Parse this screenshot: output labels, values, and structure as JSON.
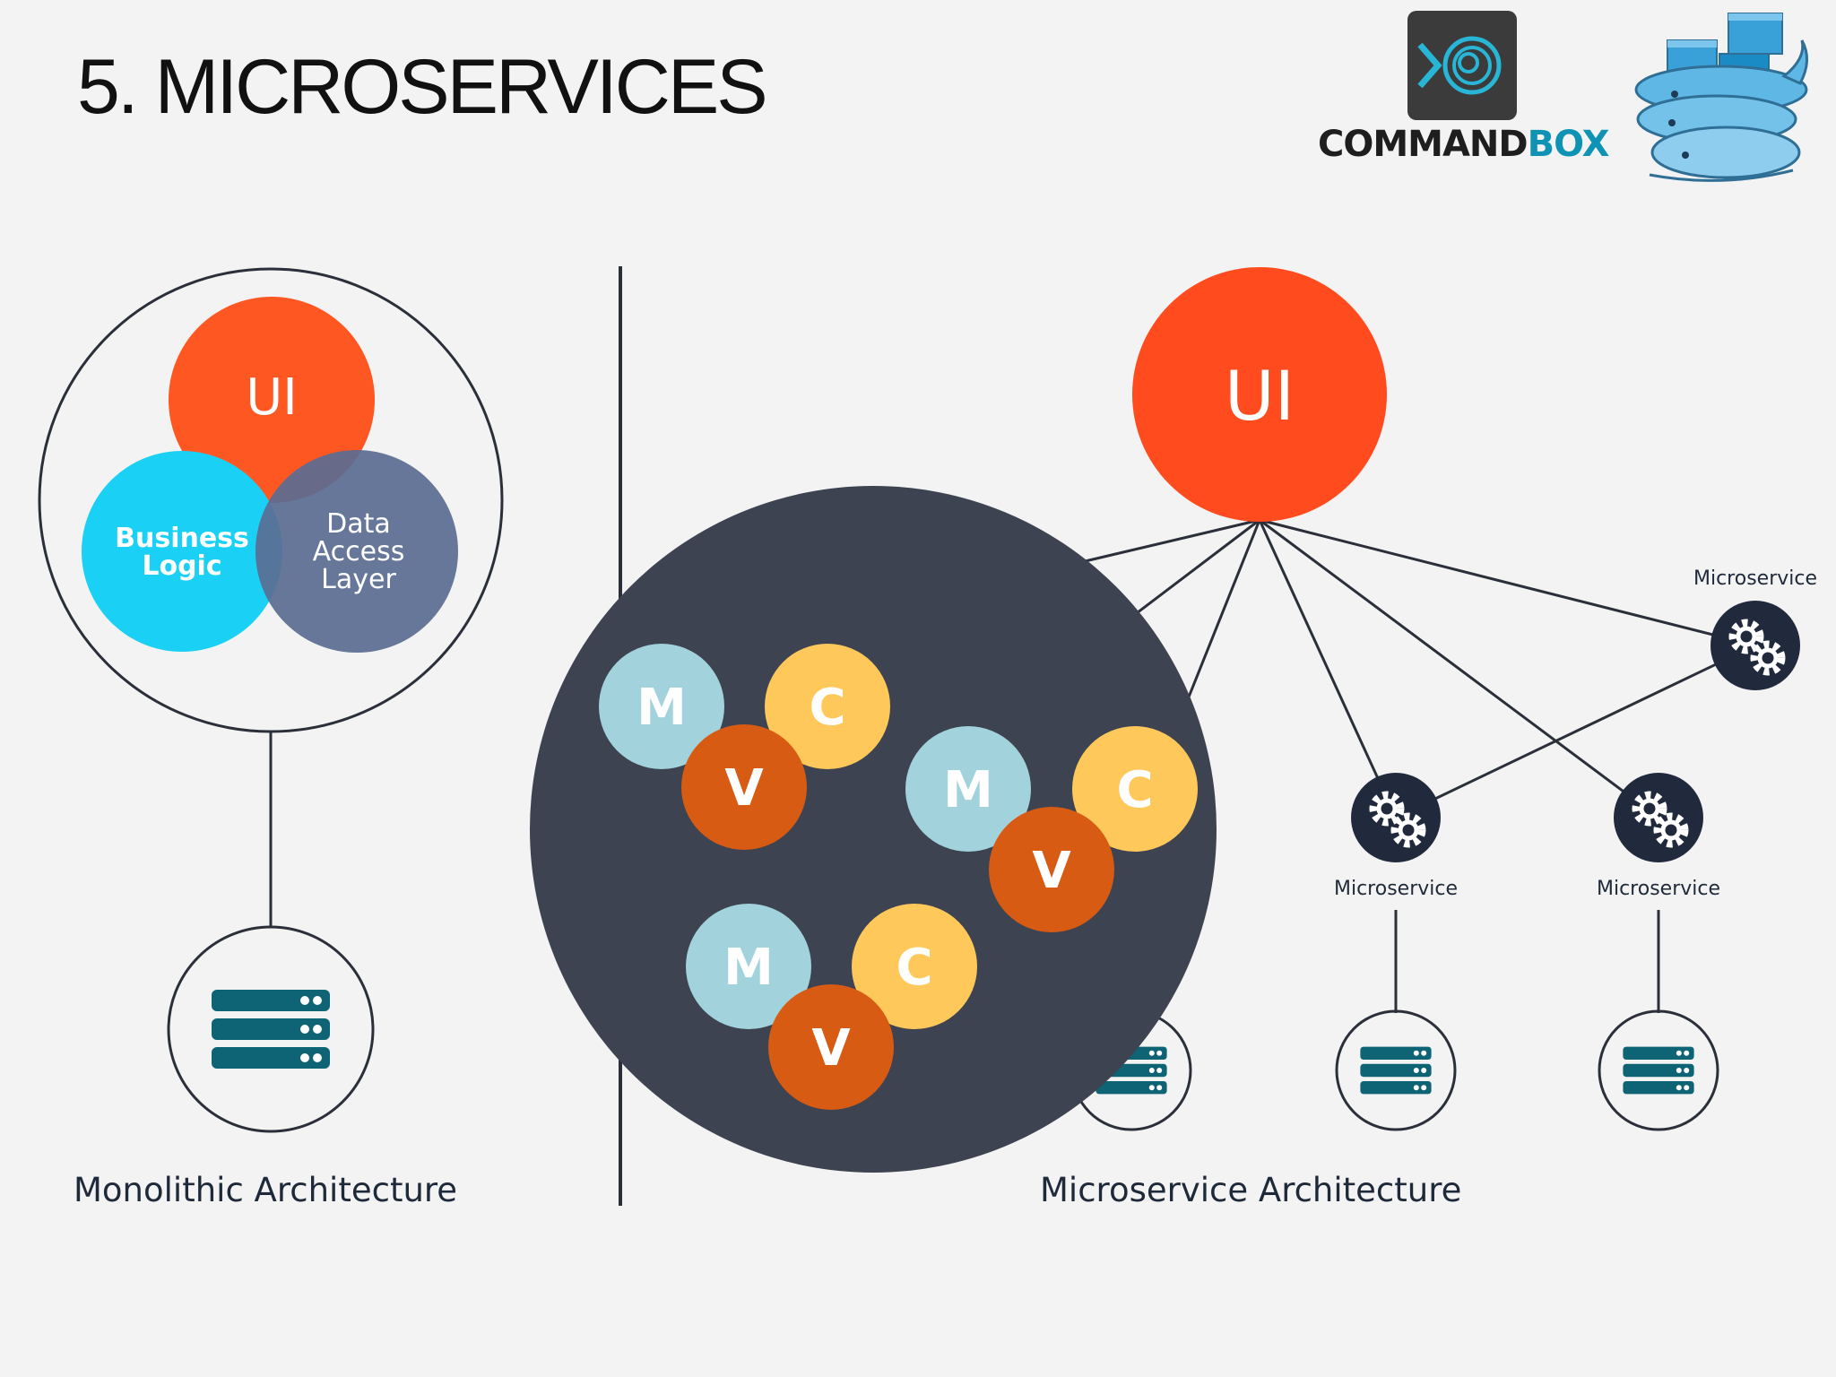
{
  "slide": {
    "title": "5. MICROSERVICES"
  },
  "logos": {
    "commandbox": {
      "word_part1": "COMMAND",
      "word_part2": "BOX",
      "accent": "#0f93b5"
    },
    "docker": {
      "icon": "docker-whale-icon"
    }
  },
  "monolith": {
    "ui_label": "UI",
    "business_label_line1": "Business",
    "business_label_line2": "Logic",
    "data_label_line1": "Data",
    "data_label_line2": "Access",
    "data_label_line3": "Layer",
    "caption": "Monolithic Architecture"
  },
  "microservice_arch": {
    "ui_label": "UI",
    "service_labels": [
      "Microservice",
      "Microservice",
      "Microservice"
    ],
    "caption": "Microservice Architecture"
  },
  "mvc": {
    "m": "M",
    "v": "V",
    "c": "C"
  },
  "colors": {
    "ui_orange": "#ff5722",
    "cyan": "#1ad1f5",
    "slate": "#5a6d93",
    "dark_circle": "#3d4350",
    "mvc_m": "#a2d2db",
    "mvc_c": "#ffc85a",
    "mvc_v": "#d85b13",
    "server": "#0e6474",
    "navy": "#212a3d"
  }
}
